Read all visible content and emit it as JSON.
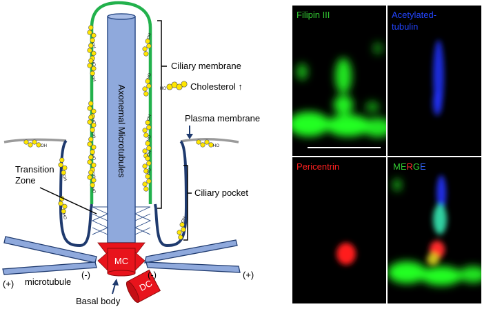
{
  "diagram": {
    "labels": {
      "axoneme": "Axonemal Microtubules",
      "ciliary_membrane": "Ciliary membrane",
      "cholesterol": "Cholesterol ↑",
      "plasma_membrane": "Plasma membrane",
      "ciliary_pocket": "Ciliary pocket",
      "transition_zone_1": "Transition",
      "transition_zone_2": "Zone",
      "mc": "MC",
      "dc": "DC",
      "microtubule": "microtubule",
      "minus_left": "(-)",
      "minus_right": "(-)",
      "plus_left": "(+)",
      "plus_right": "(+)",
      "basal_body": "Basal body",
      "ho": "HO",
      "oh": "OH"
    },
    "colors": {
      "ciliary_membrane": "#22b14c",
      "plasma_membrane": "#9a9a9a",
      "pocket_membrane": "#1f3a6e",
      "axoneme_fill": "#8fa9dc",
      "axoneme_stroke": "#2f4f8a",
      "basal_body": "#e8141c",
      "cholesterol": "#ffe600"
    }
  },
  "micrographs": {
    "panels": [
      {
        "name": "filipin",
        "label": "Filipin III",
        "color": "#33cc33"
      },
      {
        "name": "acetylated-tubulin",
        "label_line1": "Acetylated-",
        "label_line2": "tubulin",
        "color": "#2244ff"
      },
      {
        "name": "pericentrin",
        "label": "Pericentrin",
        "color": "#ff2020"
      },
      {
        "name": "merge",
        "letters": [
          {
            "t": "M",
            "color": "#33cc33"
          },
          {
            "t": "E",
            "color": "#33cc33"
          },
          {
            "t": "R",
            "color": "#ff3030"
          },
          {
            "t": "G",
            "color": "#33cc33"
          },
          {
            "t": "E",
            "color": "#3366ff"
          }
        ]
      }
    ]
  }
}
